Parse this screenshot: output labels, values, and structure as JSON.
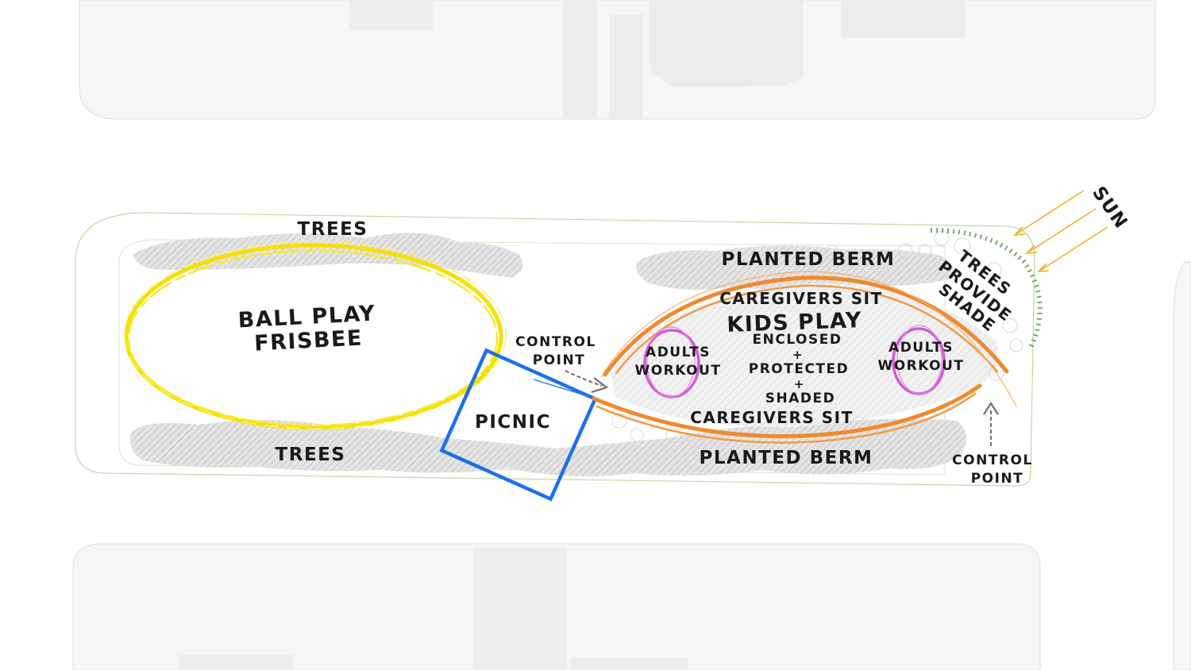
{
  "labels": {
    "trees_top": "TREES",
    "trees_bottom": "TREES",
    "ball_play_1": "BALL PLAY",
    "ball_play_2": "FRISBEE",
    "picnic": "PICNIC",
    "control_point_left_1": "CONTROL",
    "control_point_left_2": "POINT",
    "control_point_right_1": "CONTROL",
    "control_point_right_2": "POINT",
    "planted_berm_top": "PLANTED BERM",
    "planted_berm_bottom": "PLANTED BERM",
    "caregivers_sit_top": "CAREGIVERS SIT",
    "caregivers_sit_bottom": "CAREGIVERS SIT",
    "kids_play": "KIDS PLAY",
    "enclosed": "ENCLOSED",
    "plus_1": "+",
    "protected": "PROTECTED",
    "plus_2": "+",
    "shaded": "SHADED",
    "adults_workout_left_1": "ADULTS",
    "adults_workout_left_2": "WORKOUT",
    "adults_workout_right_1": "ADULTS",
    "adults_workout_right_2": "WORKOUT",
    "trees_provide_shade_1": "TREES",
    "trees_provide_shade_2": "PROVIDE",
    "trees_provide_shade_3": "SHADE",
    "sun": "SUN"
  },
  "colors": {
    "ball_play_zone": "#f5e000",
    "picnic_zone": "#1e6fe8",
    "kids_play_berm": "#ef8a2e",
    "adults_workout": "#d45ad8",
    "sun_rays": "#f0b020",
    "tree_masses": "#d2d2d2",
    "park_outline": "#bcd8a8",
    "shade_trees": "#7aa868",
    "blocks": "#f6f6f6",
    "block_outline": "#e2e2e2"
  },
  "icons": {
    "sun": "sun-rays-icon",
    "control_point_left": "arrow-right-icon",
    "control_point_right": "arrow-up-icon"
  }
}
